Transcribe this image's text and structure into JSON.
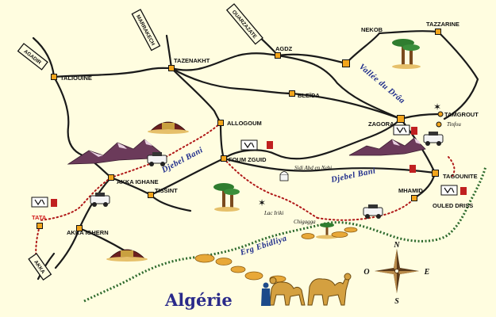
{
  "road_signs": {
    "agadir": "AGADIR",
    "marrakech": "MARRAKECH",
    "ouarzazate": "OUARZAZATE",
    "akka": "AKKA"
  },
  "towns": {
    "taliouine": "TALIOUINE",
    "tazenakht": "TAZENAKHT",
    "agdz": "AGDZ",
    "nekob": "NEKOB",
    "tazzarine": "TAZZARINE",
    "bleida": "BLEÏDA",
    "tamgrout": "TAMGROUT",
    "tinfou": "Tinfou",
    "zagora": "ZAGORA",
    "allogoum": "ALLOGOUM",
    "foum_zguid": "FOUM ZGUID",
    "sidi_abd_en_nebi": "Sidi Abd en Nebi",
    "tagounite": "TAGOUNITE",
    "akka_ighane": "AKKA IGHANE",
    "tissint": "TISSINT",
    "mhamid": "MHAMID",
    "ouled_driss": "OULED DRISS",
    "tata": "TATA",
    "akka_ighern": "AKKA IGHERN",
    "lac_iriki": "Lac Iriki",
    "chigagga": "Chigagga"
  },
  "regions": {
    "vallee_du_draa": "Vallée du Drâa",
    "djebel_bani_west": "Djebel Bani",
    "djebel_bani_east": "Djebel Bani",
    "erg_ebidliya": "Erg Ebidliya"
  },
  "country": "Algérie",
  "compass": {
    "north": "N",
    "south": "S",
    "east": "E",
    "west": "O"
  },
  "colors": {
    "background": "#fffde0",
    "road": "#1a1a1a",
    "piste": "#b01818",
    "border": "#2d6a2d",
    "town_marker": "#f2a51c",
    "region_text": "#1c2a8a"
  },
  "icons": {
    "oasis": "palm-trees-icon",
    "camp": "nomad-tent-icon",
    "vehicle": "4x4-vehicle-icon",
    "hotel": "hotel-icon",
    "star": "star-site-icon",
    "dunes": "sand-dunes-icon",
    "camels": "camel-caravan-icon"
  }
}
